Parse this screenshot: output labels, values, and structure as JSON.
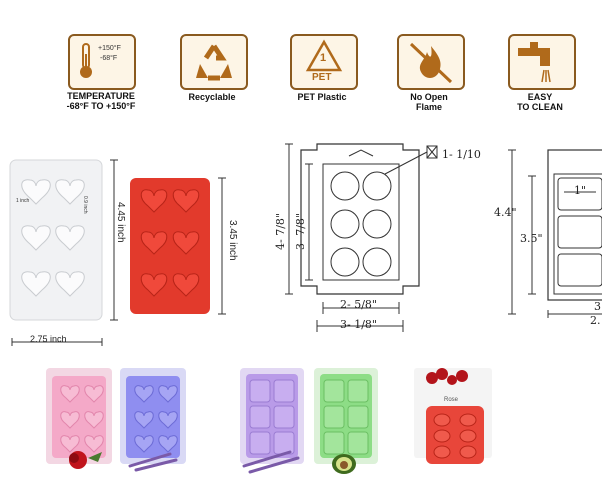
{
  "features": [
    {
      "id": "temperature",
      "icon": "thermometer-icon",
      "caption_line1": "TEMPERATURE",
      "caption_line2": "-68°F TO +150°F",
      "icon_text_top": "+150°F",
      "icon_text_bottom": "-68°F"
    },
    {
      "id": "recyclable",
      "icon": "recycle-icon",
      "caption_line1": "Recyclable",
      "caption_line2": ""
    },
    {
      "id": "pet",
      "icon": "pet-recycle-icon",
      "caption_line1": "PET Plastic",
      "caption_line2": "",
      "icon_number": "1",
      "icon_label": "PET"
    },
    {
      "id": "flame",
      "icon": "no-flame-icon",
      "caption_line1": "No Open",
      "caption_line2": "Flame"
    },
    {
      "id": "clean",
      "icon": "faucet-icon",
      "caption_line1": "EASY",
      "caption_line2": "TO CLEAN"
    }
  ],
  "photo_dimensions": {
    "clear_height": "4.45 inch",
    "red_height": "3.45 inch",
    "width": "2.75 inch",
    "cavity_width": "1 inch",
    "cavity_height": "0.9 inch"
  },
  "drawing_front": {
    "depth_num": "1",
    "depth_frac": "1/10",
    "outer_height_whole": "4-",
    "outer_height_frac": "7/8",
    "inner_height_whole": "3-",
    "inner_height_frac": "7/8",
    "inner_width_whole": "2-",
    "inner_width_frac": "5/8",
    "outer_width_whole": "3-",
    "outer_width_frac": "1/8"
  },
  "drawing_side": {
    "outer_height": "4.4\"",
    "inner_height": "3.5\"",
    "cavity": "1\"",
    "bottom1": "3",
    "bottom2": "2."
  },
  "variants": [
    {
      "name": "rose-pink",
      "tray_color": "#f4a9c8",
      "shape": "heart",
      "decor": "rose"
    },
    {
      "name": "lavender-blue",
      "tray_color": "#8f8ef0",
      "shape": "heart",
      "decor": "lavender"
    },
    {
      "name": "lavender-purple",
      "tray_color": "#b99be8",
      "shape": "square",
      "decor": "lavender"
    },
    {
      "name": "avocado-green",
      "tray_color": "#8ddd86",
      "shape": "square",
      "decor": "avocado"
    },
    {
      "name": "rose-red",
      "tray_color": "#e8463a",
      "shape": "oval",
      "decor": "rose",
      "label": "Rose"
    }
  ],
  "colors": {
    "badge_border": "#8a5a1f",
    "badge_fill": "#fdf5e6",
    "icon_brown": "#b06a1b"
  }
}
